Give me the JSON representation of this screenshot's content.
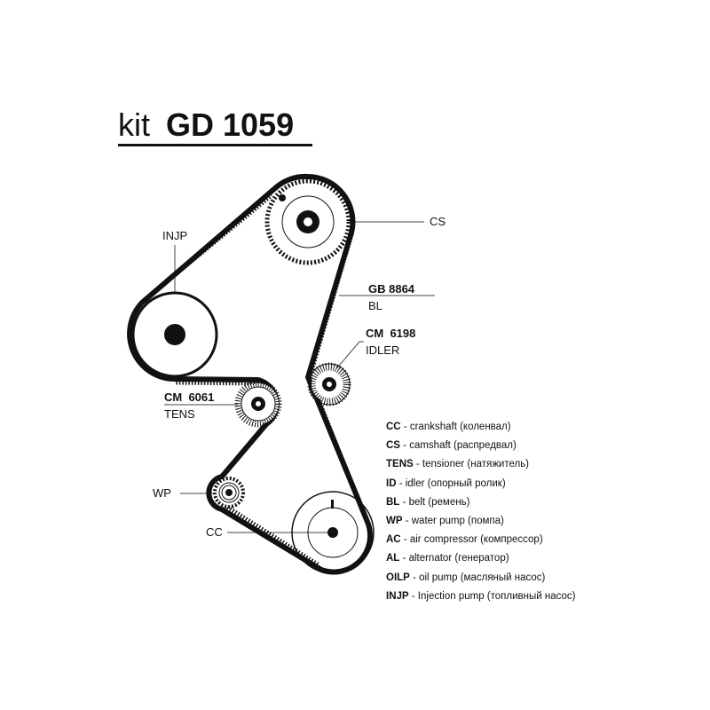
{
  "title": {
    "prefix": "kit",
    "code": "GD 1059"
  },
  "labels": {
    "cs": "CS",
    "injp": "INJP",
    "belt_code": "GB 8864",
    "belt": "BL",
    "idler_code": "CM  6198",
    "idler": "IDLER",
    "tens_code": "CM  6061",
    "tens": "TENS",
    "wp": "WP",
    "cc": "CC"
  },
  "legend": [
    {
      "abbr": "CC",
      "text": " - crankshaft (коленвал)"
    },
    {
      "abbr": "CS",
      "text": " - camshaft (распредвал)"
    },
    {
      "abbr": "TENS",
      "text": " - tensioner (натяжитель)"
    },
    {
      "abbr": "ID",
      "text": " - idler (опорный ролик)"
    },
    {
      "abbr": "BL",
      "text": " - belt (ремень)"
    },
    {
      "abbr": "WP",
      "text": " - water pump (помпа)"
    },
    {
      "abbr": "AC",
      "text": " - air compressor (компрессор)"
    },
    {
      "abbr": "AL",
      "text": " - alternator (генератор)"
    },
    {
      "abbr": "OILP",
      "text": " - oil pump (масляный насос)"
    },
    {
      "abbr": "INJP",
      "text": " - Injection pump (топливный насос)"
    }
  ]
}
